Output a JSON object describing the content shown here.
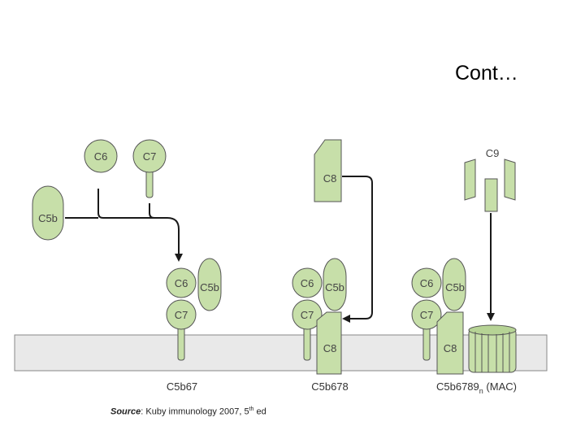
{
  "slide": {
    "title": "Cont…"
  },
  "diagram": {
    "labels": {
      "c5b": "C5b",
      "c6": "C6",
      "c7": "C7",
      "c8": "C8",
      "c9": "C9"
    },
    "captions": {
      "complex1": "C5b67",
      "complex2": "C5b678",
      "complex3_main": "C5b6789",
      "complex3_sub": "n",
      "complex3_suffix": " (MAC)"
    }
  },
  "source": {
    "label": "Source",
    "text": ": Kuby immunology 2007, 5",
    "sup": "th",
    "tail": " ed"
  }
}
